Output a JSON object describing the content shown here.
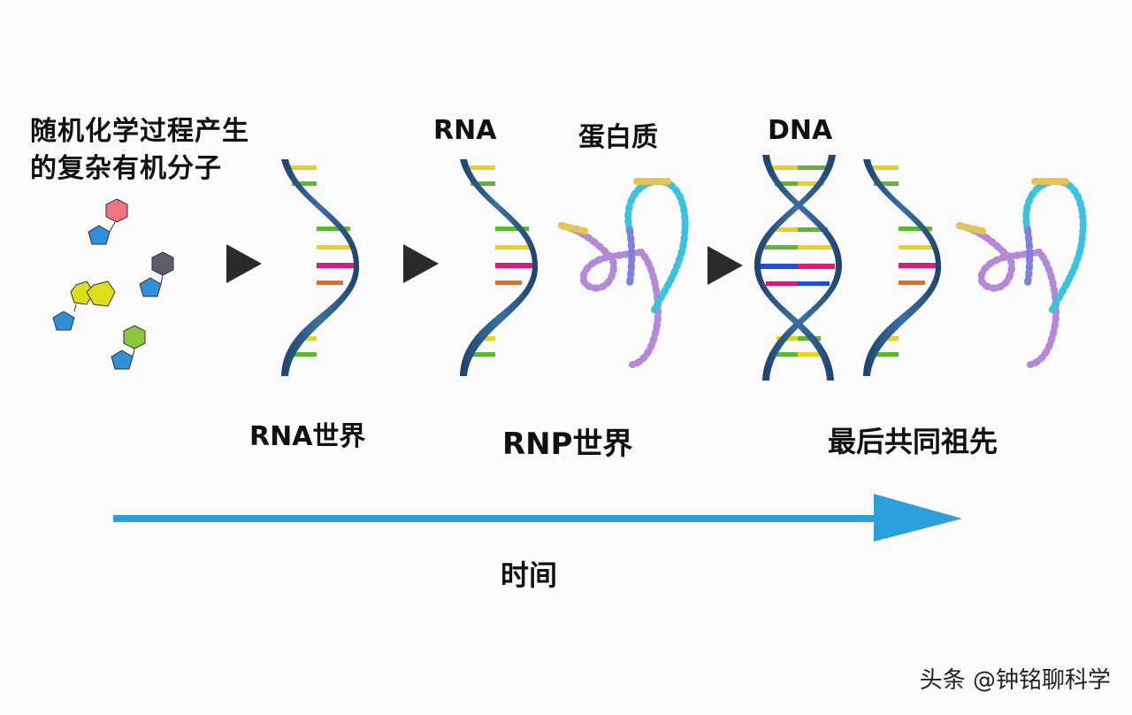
{
  "intro_text": {
    "line1": "随机化学过程产生",
    "line2": "的复杂有机分子"
  },
  "top_labels": {
    "rna": "RNA",
    "protein": "蛋白质",
    "dna": "DNA"
  },
  "stage_labels": {
    "rna_world": "RNA世界",
    "rnp_world": "RNP世界",
    "last_common_ancestor": "最后共同祖先"
  },
  "timeline": {
    "label": "时间",
    "color": "#2e9fdd"
  },
  "watermark": "头条 @钟铭聊科学",
  "colors": {
    "helix": "#2d5a8a",
    "arrow": "#2b2b2b",
    "base_yellow": "#e8d21a",
    "base_green": "#5cb82e",
    "base_magenta": "#d81b7a",
    "base_orange": "#ea6a1c",
    "base_blue": "#1f4fd6",
    "sugar_blue": "#2f8fd8",
    "ring_pink": "#ee7480",
    "ring_gray": "#5c5c6a",
    "ring_yellow": "#dede1c",
    "ring_green": "#8cc63a"
  }
}
